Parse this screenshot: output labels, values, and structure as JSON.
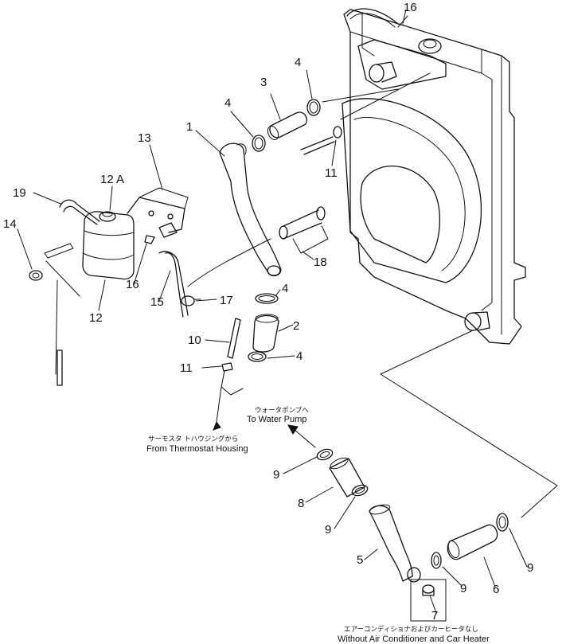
{
  "diagram": {
    "callouts": [
      {
        "id": "c16a",
        "text": "16"
      },
      {
        "id": "c4a",
        "text": "4"
      },
      {
        "id": "c3",
        "text": "3"
      },
      {
        "id": "c4b",
        "text": "4"
      },
      {
        "id": "c1",
        "text": "1"
      },
      {
        "id": "c13",
        "text": "13"
      },
      {
        "id": "c12a",
        "text": "12 A"
      },
      {
        "id": "c19",
        "text": "19"
      },
      {
        "id": "c14",
        "text": "14"
      },
      {
        "id": "c11a",
        "text": "11"
      },
      {
        "id": "c18",
        "text": "18"
      },
      {
        "id": "c16b",
        "text": "16"
      },
      {
        "id": "c15",
        "text": "15"
      },
      {
        "id": "c12",
        "text": "12"
      },
      {
        "id": "c17",
        "text": "17"
      },
      {
        "id": "c4c",
        "text": "4"
      },
      {
        "id": "c2",
        "text": "2"
      },
      {
        "id": "c10",
        "text": "10"
      },
      {
        "id": "c4d",
        "text": "4"
      },
      {
        "id": "c11b",
        "text": "11"
      },
      {
        "id": "c9a",
        "text": "9"
      },
      {
        "id": "c8",
        "text": "8"
      },
      {
        "id": "c9b",
        "text": "9"
      },
      {
        "id": "c5",
        "text": "5"
      },
      {
        "id": "c9c",
        "text": "9"
      },
      {
        "id": "c9d",
        "text": "9"
      },
      {
        "id": "c6",
        "text": "6"
      },
      {
        "id": "c7",
        "text": "7"
      }
    ],
    "captions": {
      "water_pump_jp": "ウォータポンプへ",
      "water_pump_en": "To Water Pump",
      "thermostat_jp": "サーモスタ  トハウジングから",
      "thermostat_en": "From Thermostat Housing",
      "aircon_jp": "エアーコンディショナおよびカーヒータなし",
      "aircon_en": "Without Air Conditioner and Car Heater"
    }
  }
}
